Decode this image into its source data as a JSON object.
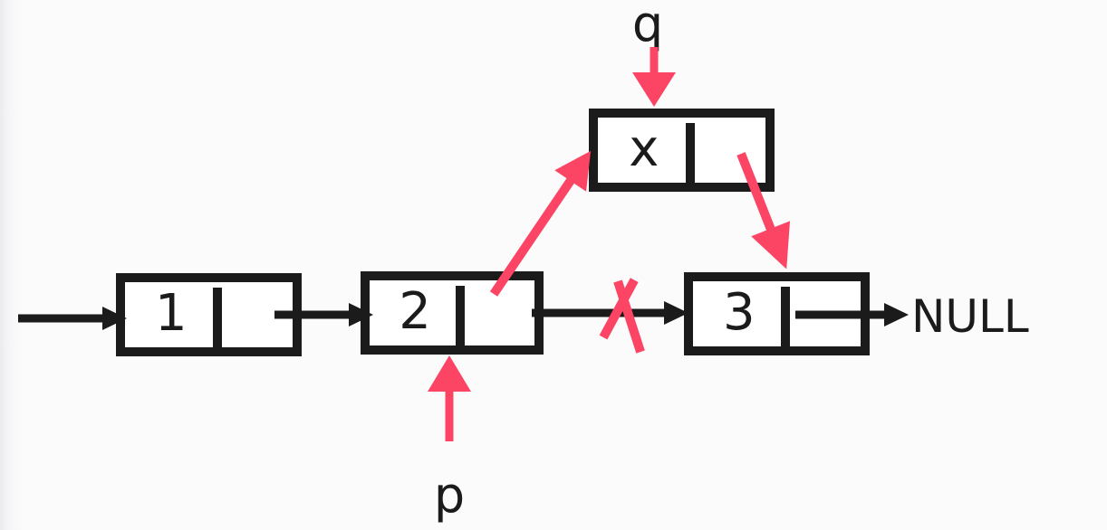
{
  "diagram": {
    "kind": "singly-linked-list insertion of node x between node 2 and node 3",
    "nodes": [
      {
        "id": "node-1",
        "value": "1"
      },
      {
        "id": "node-2",
        "value": "2"
      },
      {
        "id": "node-3",
        "value": "3"
      },
      {
        "id": "node-x",
        "value": "x"
      }
    ],
    "labels": {
      "pointer_q": "q",
      "pointer_p": "p",
      "terminator": "NULL"
    },
    "links": {
      "black": [
        "head->1",
        "1->2",
        "2->3 (crossed out)",
        "3->NULL"
      ],
      "pink": [
        "q->x",
        "p->2",
        "2->x (new link)",
        "x->3 (new link)"
      ]
    },
    "colors": {
      "ink": "#1b1b1b",
      "accent": "#fc4465",
      "bg": "#fbfbfc",
      "node_fill": "#ffffff"
    }
  }
}
